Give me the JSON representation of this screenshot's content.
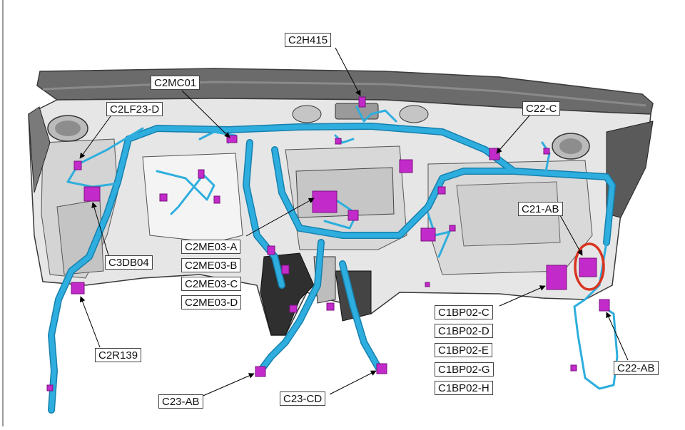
{
  "colors": {
    "harness": "#2eaede",
    "harness_dark": "#1680ad",
    "connector": "#c22ac9",
    "connector_dark": "#7a1180",
    "panel_light": "#e9e9e9",
    "panel_mid": "#c9c9c9",
    "panel_dark": "#555555",
    "highlight_ring": "#d8341e"
  },
  "labels": {
    "c2h415": "C2H415",
    "c2mc01": "C2MC01",
    "c2lf23d": "C2LF23-D",
    "c22c": "C22-C",
    "c21ab": "C21-AB",
    "c3db04": "C3DB04",
    "c2me03a": "C2ME03-A",
    "c2me03b": "C2ME03-B",
    "c2me03c": "C2ME03-C",
    "c2me03d": "C2ME03-D",
    "c2r139": "C2R139",
    "c1bp02c": "C1BP02-C",
    "c1bp02d": "C1BP02-D",
    "c1bp02e": "C1BP02-E",
    "c1bp02g": "C1BP02-G",
    "c1bp02h": "C1BP02-H",
    "c22ab": "C22-AB",
    "c23ab": "C23-AB",
    "c23cd": "C23-CD"
  }
}
